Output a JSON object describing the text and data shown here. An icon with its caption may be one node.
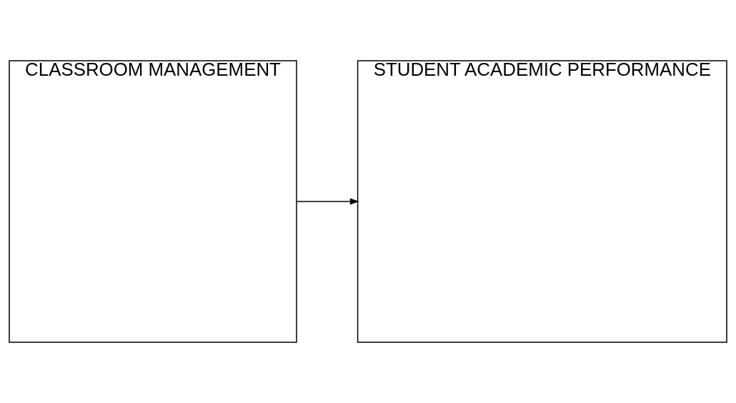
{
  "diagram": {
    "nodes": [
      {
        "text": [
          "CLASSROOM MANAGEMENT"
        ]
      },
      {
        "text": [
          "STUDENT ACADEMIC PERFORMANCE"
        ]
      }
    ],
    "edges": [
      {
        "from": 0,
        "to": 1,
        "arrow": "to"
      }
    ]
  }
}
